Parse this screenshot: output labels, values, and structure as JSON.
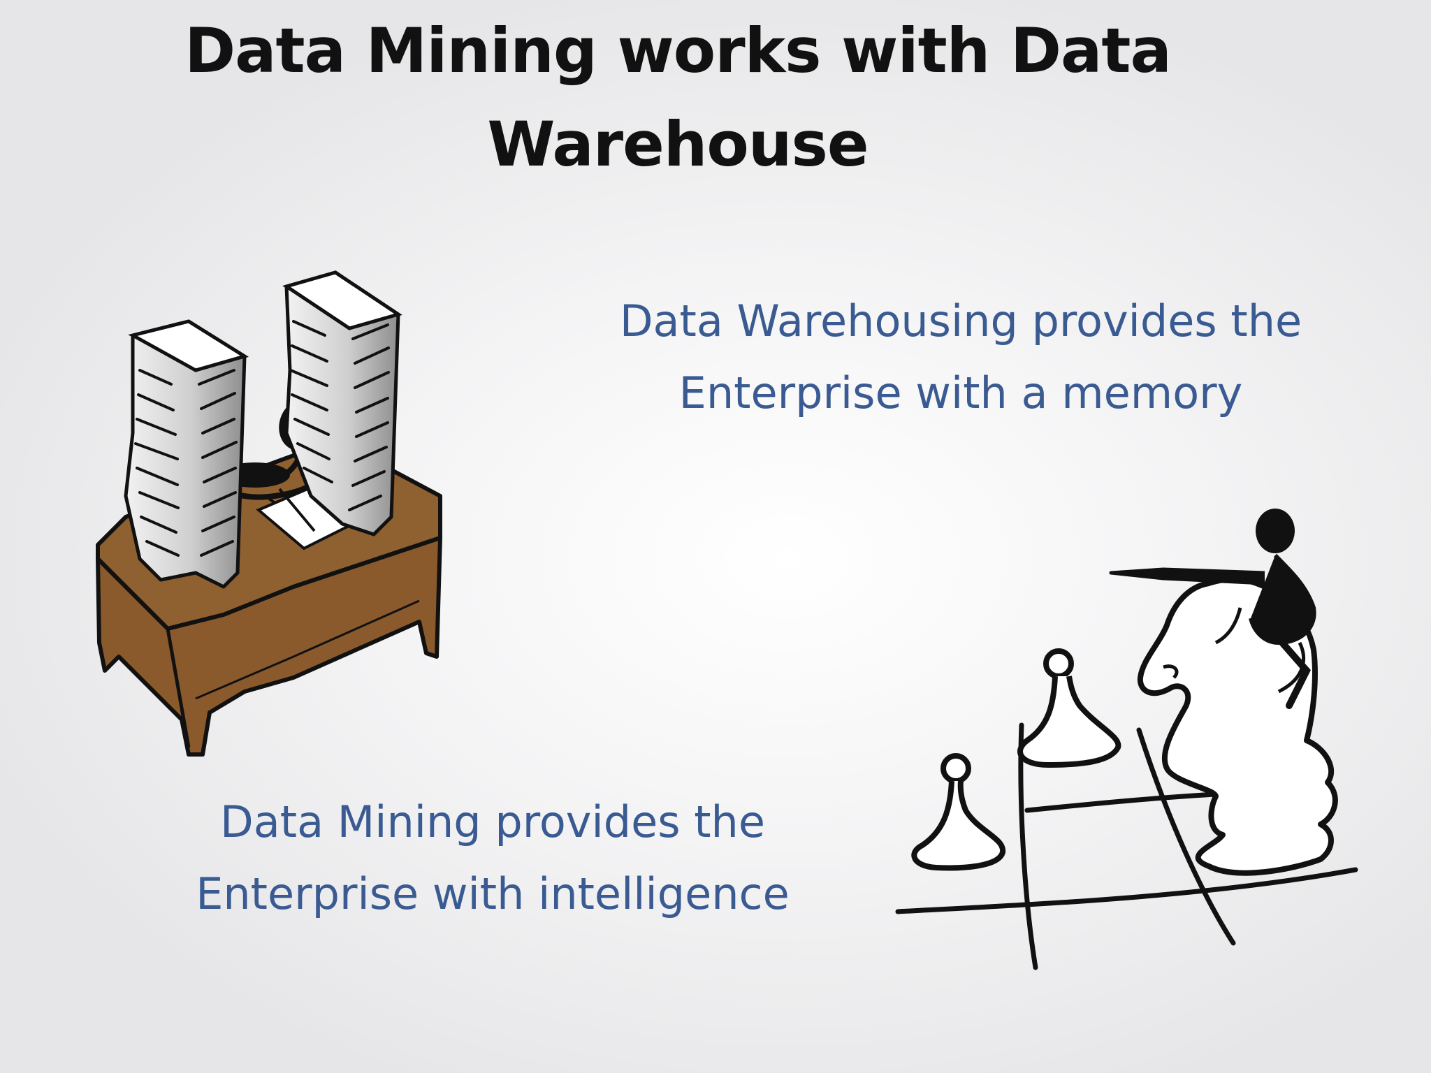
{
  "slide": {
    "title_line1": "Data Mining works with Data",
    "title_line2": "Warehouse",
    "warehousing_line1": "Data Warehousing provides the",
    "warehousing_line2": "Enterprise with a memory",
    "mining_line1": "Data Mining provides the",
    "mining_line2": "Enterprise with intelligence"
  },
  "colors": {
    "title": "#111111",
    "body_text": "#3a5a92",
    "desk": "#8f6030",
    "paper_stack": "#b8b8b8"
  },
  "illustrations": {
    "desk_icon": "person-at-desk-with-paper-stacks-icon",
    "chess_icon": "chess-knight-and-pawns-with-pointing-figure-icon"
  }
}
